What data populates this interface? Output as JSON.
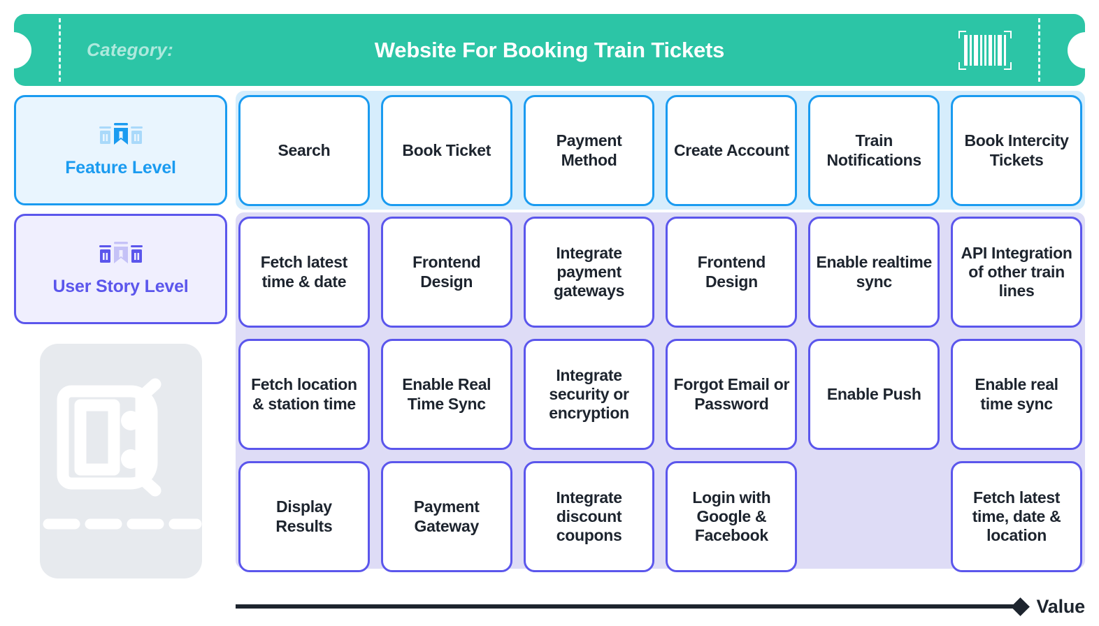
{
  "header": {
    "category_label": "Category:",
    "title": "Website For Booking Train Tickets",
    "barcode_icon": "barcode-icon",
    "accent_color": "#2CC5A6"
  },
  "levels": {
    "feature": {
      "title": "Feature Level",
      "icon": "story-map-bookmark-icon",
      "color": "#1A9BF0",
      "background": "#E9F5FE",
      "band_color": "#D6EDFC"
    },
    "story": {
      "title": "User Story Level",
      "icon": "story-map-bookmark-icon",
      "color": "#5B56EC",
      "background": "#F0EFFE",
      "band_color": "#DEDCF6"
    }
  },
  "illustration": {
    "icon": "train-front-on-track-icon",
    "background": "#E7EAEE"
  },
  "features": [
    "Search",
    "Book Ticket",
    "Payment Method",
    "Create Account",
    "Train Notifications",
    "Book Intercity Tickets"
  ],
  "stories": [
    [
      "Fetch latest time & date",
      "Frontend Design",
      "Integrate payment gateways",
      "Frontend Design",
      "Enable realtime sync",
      "API Integration of other train lines"
    ],
    [
      "Fetch location & station time",
      "Enable Real Time Sync",
      "Integrate security or encryption",
      "Forgot Email or Password",
      "Enable Push",
      "Enable real time sync"
    ],
    [
      "Display Results",
      "Payment Gateway",
      "Integrate discount coupons",
      "Login with Google & Facebook",
      "",
      "Fetch latest time, date & location"
    ]
  ],
  "axis": {
    "label": "Value",
    "marker_icon": "diamond-marker-icon",
    "color": "#1D242E"
  }
}
